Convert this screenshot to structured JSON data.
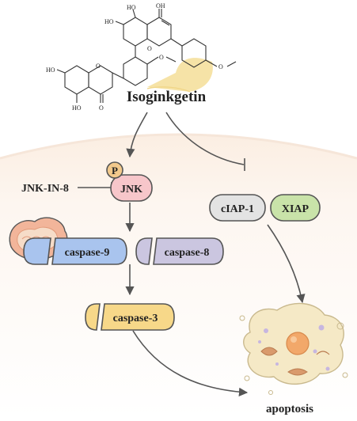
{
  "molecule": {
    "name": "Isoginkgetin",
    "atom_labels": {
      "oh_top_left": "HO",
      "oh_top_right": "OH",
      "oh_left_mid": "HO",
      "oh_left_lower": "HO",
      "oh_bottom": "HO",
      "o_ring_top": "O",
      "o_methoxy_a": "O",
      "o_methoxy_b": "O",
      "o_carbonyl_top": "O",
      "o_ring_bottom": "O",
      "o_carbonyl_bottom": "O"
    }
  },
  "pathway": {
    "inhibitor": "JNK-IN-8",
    "phospho": "P",
    "jnk": "JNK",
    "caspase9": "caspase-9",
    "caspase8": "caspase-8",
    "caspase3": "caspase-3",
    "ciap1": "cIAP-1",
    "xiap": "XIAP",
    "outcome": "apoptosis"
  },
  "colors": {
    "background_band": "#fbf1e8",
    "ginkgo": "#f6e3a7",
    "phospho": "#f2c98c",
    "jnk": "#f7c6ca",
    "caspase9": "#a9c4ee",
    "caspase8": "#cbc6e0",
    "caspase3": "#f7d889",
    "ciap1": "#e3e3e3",
    "xiap": "#c9e3a9",
    "mitochondrion": "#f2b59a",
    "cell_body": "#f5e9c6",
    "nucleus": "#f2a86a",
    "arrow": "#555555"
  }
}
